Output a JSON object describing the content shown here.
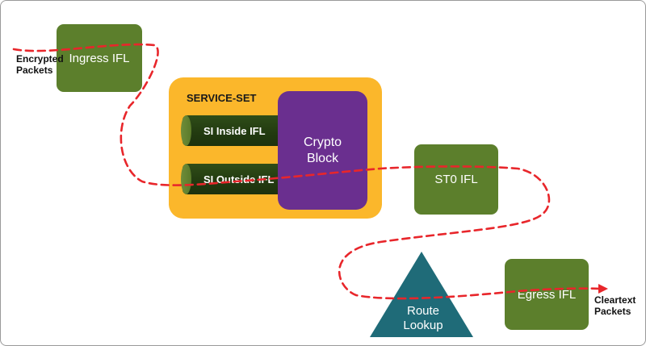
{
  "nodes": {
    "ingress": "Ingress IFL",
    "service_set": "SERVICE-SET",
    "si_inside": "SI Inside IFL",
    "si_outside": "SI Outside IFL",
    "crypto": "Crypto\nBlock",
    "st0": "ST0 IFL",
    "route_lookup": "Route\nLookup",
    "egress": "Egress IFL"
  },
  "labels": {
    "encrypted": "Encrypted\nPackets",
    "cleartext": "Cleartext\nPackets"
  },
  "colors": {
    "ifl_green": "#5c7f2c",
    "service_set_orange": "#fbb72b",
    "crypto_purple": "#6a2f8f",
    "route_teal": "#1f6b78",
    "path_red": "#e8262b"
  }
}
